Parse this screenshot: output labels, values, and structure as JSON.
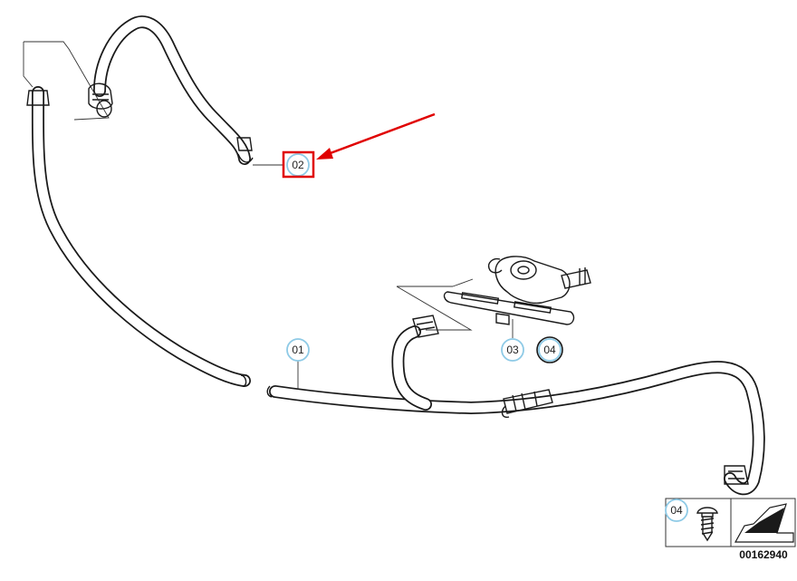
{
  "callouts": [
    {
      "id": "01",
      "label": "01"
    },
    {
      "id": "02",
      "label": "02"
    },
    {
      "id": "03",
      "label": "03"
    },
    {
      "id": "04",
      "label": "04"
    }
  ],
  "legend": {
    "part_label": "04"
  },
  "diagram_code": "00162940",
  "colors": {
    "hose_outline": "#1a1a1a",
    "callout_ring": "#8ecae6",
    "highlight": "#e00000"
  }
}
